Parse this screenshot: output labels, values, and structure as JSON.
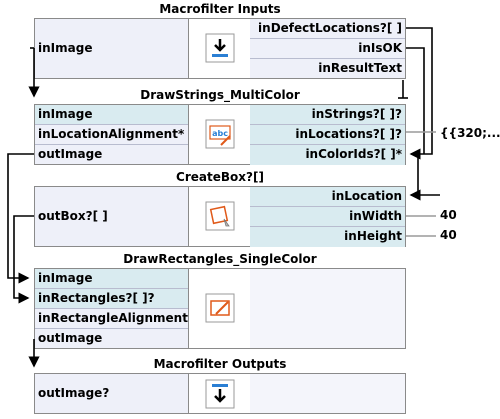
{
  "nodes": {
    "inputs": {
      "title": "Macrofilter Inputs",
      "left": [
        "inImage"
      ],
      "right": [
        "inDefectLocations?[ ]",
        "inIsOK",
        "inResultText"
      ]
    },
    "draw_strings": {
      "title": "DrawStrings_MultiColor",
      "left": [
        "inImage",
        "inLocationAlignment*",
        "outImage"
      ],
      "right": [
        "inStrings?[ ]?",
        "inLocations?[ ]?",
        "inColorIds?[ ]*"
      ]
    },
    "create_box": {
      "title": "CreateBox?[]",
      "left": [
        "outBox?[ ]"
      ],
      "right": [
        "inLocation",
        "inWidth",
        "inHeight"
      ]
    },
    "draw_rects": {
      "title": "DrawRectangles_SingleColor",
      "left": [
        "inImage",
        "inRectangles?[ ]?",
        "inRectangleAlignment*",
        "outImage"
      ]
    },
    "outputs": {
      "title": "Macrofilter Outputs",
      "left": [
        "outImage?"
      ]
    }
  },
  "values": {
    "locations": "{{320;...",
    "width": "40",
    "height": "40"
  },
  "icons": {
    "inputs": "download-arrow-icon",
    "draw_strings": "draw-strings-abc-icon",
    "create_box": "create-box-icon",
    "draw_rects": "draw-rectangle-icon",
    "outputs": "output-arrow-icon"
  },
  "colors": {
    "node_bg": "#eef0f9",
    "connected_port": "#d9ebf0",
    "wire": "#000000",
    "accent_blue": "#2a7fd4",
    "accent_orange": "#e05a1a"
  }
}
